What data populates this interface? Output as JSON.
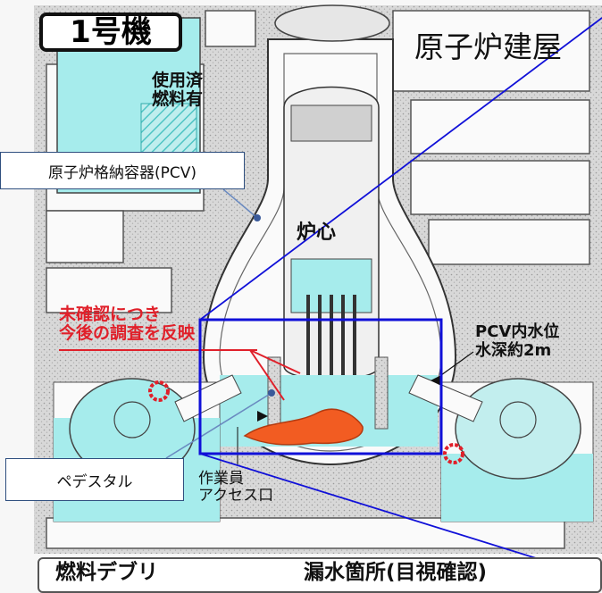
{
  "labels": {
    "unit": "1号機",
    "reactor_building": "原子炉建屋",
    "spent_fuel_line1": "使用済",
    "spent_fuel_line2": "燃料有",
    "pcv": "原子炉格納容器(PCV)",
    "core": "炉心",
    "unconfirmed_line1": "未確認につき",
    "unconfirmed_line2": "今後の調査を反映",
    "pcv_water_line1": "PCV内水位",
    "pcv_water_line2": "水深約2m",
    "pedestal": "ペデスタル",
    "worker_access_line1": "作業員",
    "worker_access_line2": "アクセス口"
  },
  "legend": {
    "fuel_debris": "燃料デブリ",
    "leak_point": "漏水箇所(目視確認)"
  },
  "colors": {
    "water": "#a6ecec",
    "fuel_debris": "#f25c22",
    "leak_marker": "#e0202a",
    "highlight_box": "#1010d8",
    "concrete": "#d6d6d6"
  }
}
